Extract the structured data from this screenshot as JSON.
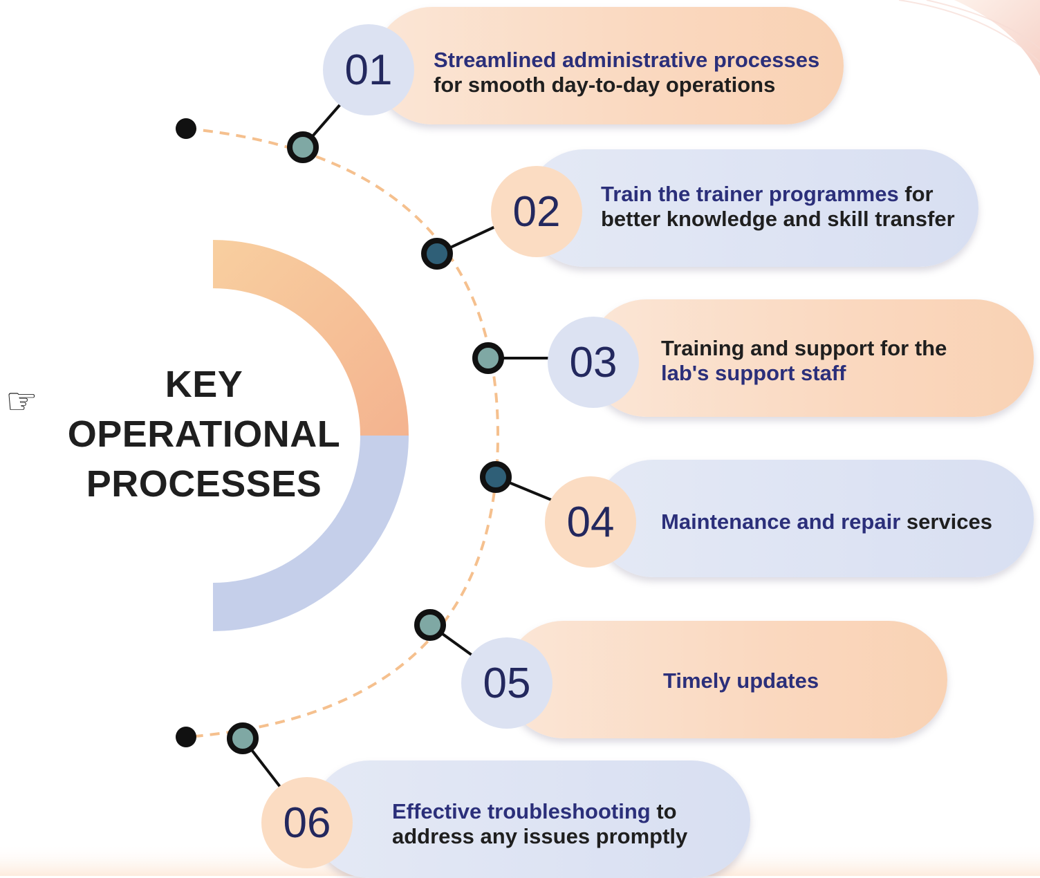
{
  "title": {
    "line1": "KEY",
    "line2": "OPERATIONAL",
    "line3": "PROCESSES"
  },
  "icons": {
    "pointer": "pointing-hand-icon"
  },
  "colors": {
    "peach": "#fad8bf",
    "lavender": "#dde3f3",
    "number": "#23285e",
    "highlight": "#2b2f7a",
    "arc_top": "#f5b48c",
    "arc_bottom": "#c5cfea",
    "dash": "#f5c08e"
  },
  "items": [
    {
      "number": "01",
      "highlight": "Streamlined administrative processes",
      "rest": "for smooth day-to-day operations"
    },
    {
      "number": "02",
      "highlight": "Train the trainer programmes",
      "rest_inline": " for",
      "rest": "better knowledge and skill transfer"
    },
    {
      "number": "03",
      "lead": "Training and support for the",
      "highlight": "lab's support staff"
    },
    {
      "number": "04",
      "highlight": "Maintenance and repair",
      "rest_inline": " services"
    },
    {
      "number": "05",
      "highlight": "Timely updates"
    },
    {
      "number": "06",
      "highlight": "Effective troubleshooting",
      "rest_inline": " to",
      "rest": "address any issues promptly"
    }
  ]
}
